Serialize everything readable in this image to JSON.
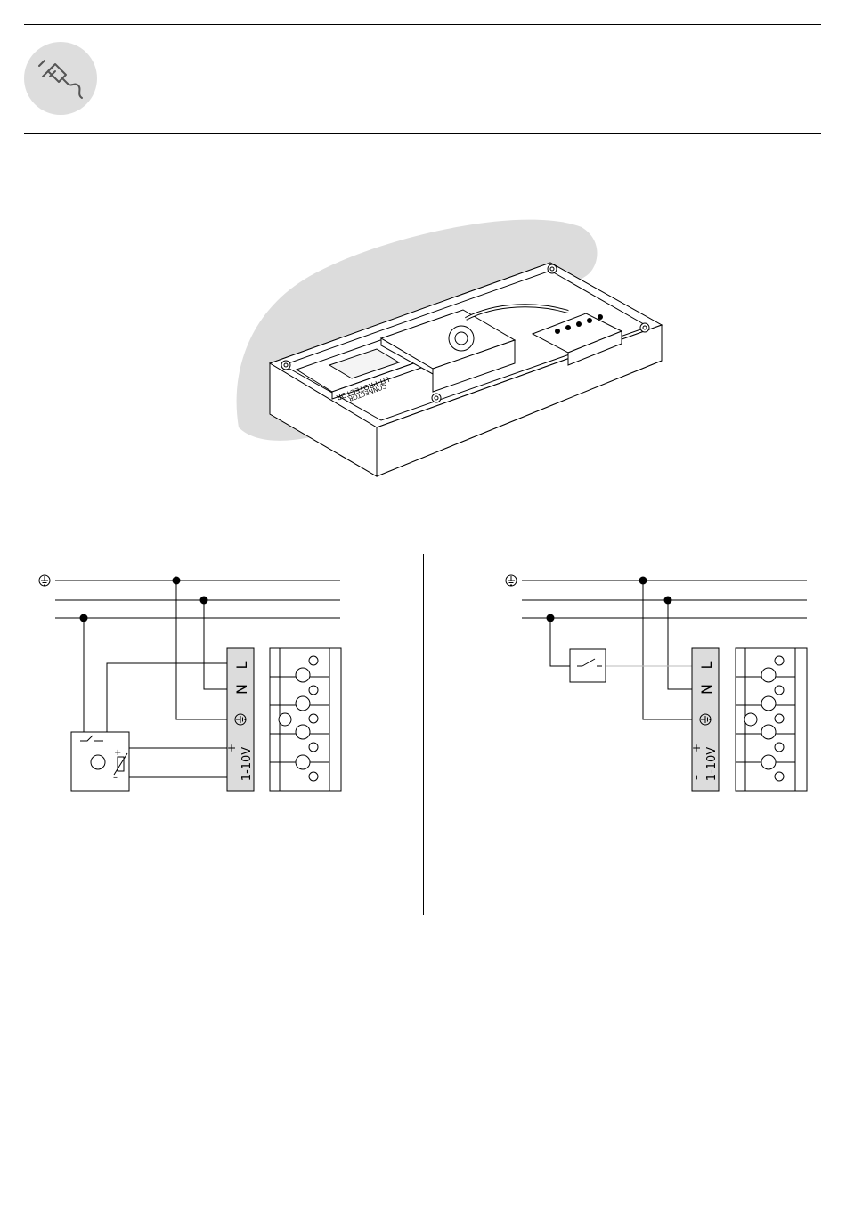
{
  "header": {
    "icon": "plug-with-wire-icon",
    "icon_bg": "#dddddd"
  },
  "box": {
    "label_line1": "LIT-PROTECTOR",
    "label_line2": "CONNECTOR"
  },
  "diagram_left": {
    "terminals": [
      "L",
      "N",
      "⏚",
      "+",
      "–"
    ],
    "voltage_label": "1-10V",
    "sensor_plus": "+",
    "sensor_minus": "–"
  },
  "diagram_right": {
    "terminals": [
      "L",
      "N",
      "⏚",
      "+",
      "–"
    ],
    "voltage_label": "1-10V"
  },
  "colors": {
    "line": "#000000",
    "shadow": "#dcdcdc",
    "terminal_fill": "#dcdcdc",
    "faint_wire": "#bbbbbb"
  }
}
